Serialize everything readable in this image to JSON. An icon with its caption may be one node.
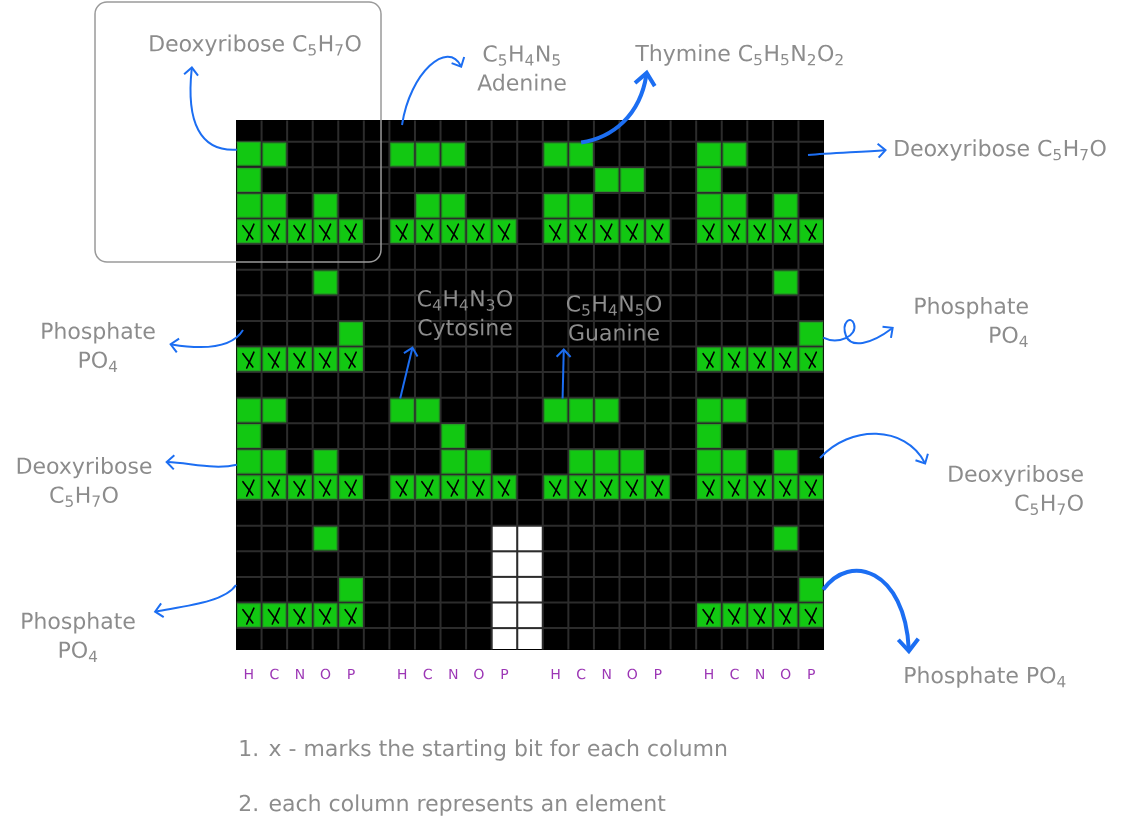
{
  "diagram": {
    "nodes": [
      {
        "text": [],
        "shape": "box"
      },
      {
        "text": [
          "Deoxyribose C$_{5}$H$_{7}$O"
        ],
        "in": 0
      },
      {
        "text": [],
        "shape": "box",
        "in": 0
      },
      {
        "text": [
          "C$_{5}$H$_{4}$N$_{5}$ Adenine"
        ]
      },
      {
        "text": [
          "Thymine C$_{5}$H$_{5}$N$_{2}$O$_{2}$"
        ]
      },
      {
        "text": [],
        "shape": "box"
      },
      {
        "text": [
          "Deoxyribose C$_{5}$H$_{7}$O"
        ]
      },
      {
        "text": [
          "Phosphate PO$_{4}$"
        ]
      },
      {
        "text": [
          "C$_{4}$H$_{4}$N$_{3}$O Cytosine"
        ]
      },
      {
        "text": [
          "C$_{5}$H$_{4}$N$_{5}$O Guanine"
        ]
      },
      {
        "text": [],
        "shape": "box"
      },
      {
        "text": [
          "Phosphate PO$_{4}$"
        ]
      },
      {
        "text": [],
        "shape": "box"
      },
      {
        "text": [],
        "shape": "box"
      },
      {
        "text": [
          "Deoxyribose C$_{5}$H$_{7}$O"
        ]
      },
      {
        "text": [],
        "shape": "box"
      },
      {
        "text": [
          "Deoxyribose C$_{5}$H$_{7}$O"
        ]
      },
      {
        "text": [
          "Phosphate PO$_{4}$"
        ]
      },
      {
        "text": [],
        "shape": "box"
      },
      {
        "text": [
          "Phosphate PO$_{4}$"
        ]
      }
    ],
    "edges": [
      {
        "from": 2,
        "to": 1,
        "arrow": "to"
      },
      {
        "from": null,
        "to": 3,
        "arrow": "to"
      },
      {
        "from": 5,
        "to": 4,
        "arrow": "to",
        "style": "thick"
      },
      {
        "from": null,
        "to": 6,
        "arrow": "to"
      },
      {
        "from": null,
        "to": 7,
        "arrow": "to"
      },
      {
        "from": 12,
        "to": 8,
        "arrow": "to"
      },
      {
        "from": 13,
        "to": 9,
        "arrow": "to"
      },
      {
        "from": 10,
        "to": 11,
        "arrow": "to"
      },
      {
        "from": 15,
        "to": 14,
        "arrow": "to"
      },
      {
        "from": null,
        "to": 16,
        "arrow": "to"
      },
      {
        "from": null,
        "to": 17,
        "arrow": "to"
      },
      {
        "from": 18,
        "to": 19,
        "arrow": "to",
        "style": "thick"
      }
    ],
    "labels": [
      "H",
      "C",
      "N",
      "O",
      "P",
      "H",
      "C",
      "N",
      "O",
      "P",
      "H",
      "C",
      "N",
      "O",
      "P",
      "H",
      "C",
      "N",
      "O",
      "P",
      "1. x - marks the starting bit for each column",
      "2. each column represents an element"
    ]
  }
}
